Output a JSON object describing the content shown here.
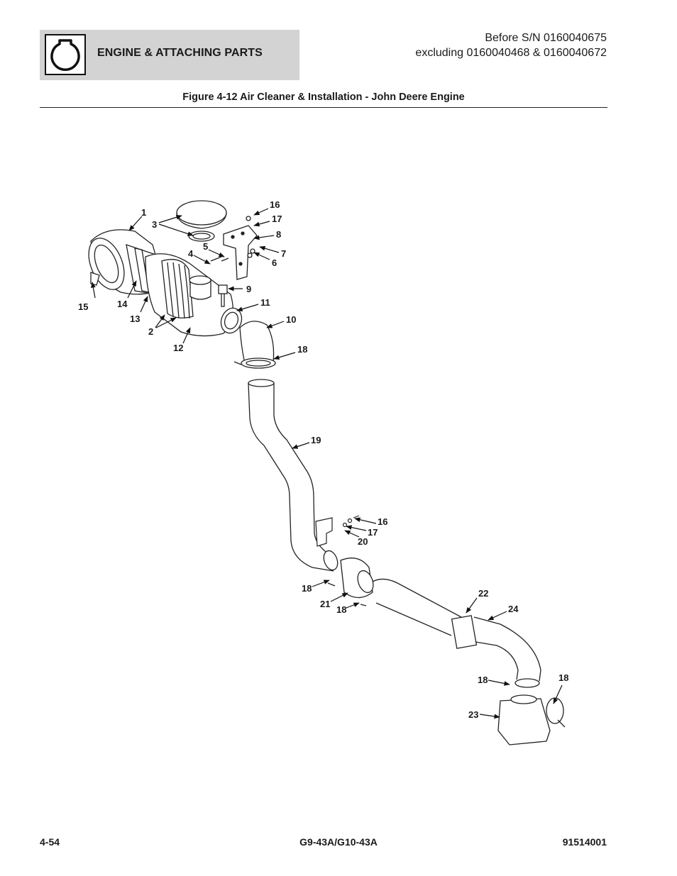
{
  "header": {
    "section_title": "ENGINE & ATTACHING PARTS",
    "serial_line1": "Before S/N 0160040675",
    "serial_line2": "excluding 0160040468 & 0160040672"
  },
  "figure": {
    "title": "Figure 4-12 Air Cleaner & Installation - John Deere Engine"
  },
  "callouts": {
    "c1": "1",
    "c2": "2",
    "c3": "3",
    "c4": "4",
    "c5": "5",
    "c6": "6",
    "c7": "7",
    "c8": "8",
    "c9": "9",
    "c10": "10",
    "c11": "11",
    "c12": "12",
    "c13": "13",
    "c14": "14",
    "c15": "15",
    "c16a": "16",
    "c17a": "17",
    "c18a": "18",
    "c19": "19",
    "c16b": "16",
    "c17b": "17",
    "c20": "20",
    "c18b": "18",
    "c21": "21",
    "c18c": "18",
    "c22": "22",
    "c24": "24",
    "c18d": "18",
    "c18e": "18",
    "c23": "23"
  },
  "footer": {
    "page_number": "4-54",
    "model": "G9-43A/G10-43A",
    "doc_number": "91514001"
  }
}
